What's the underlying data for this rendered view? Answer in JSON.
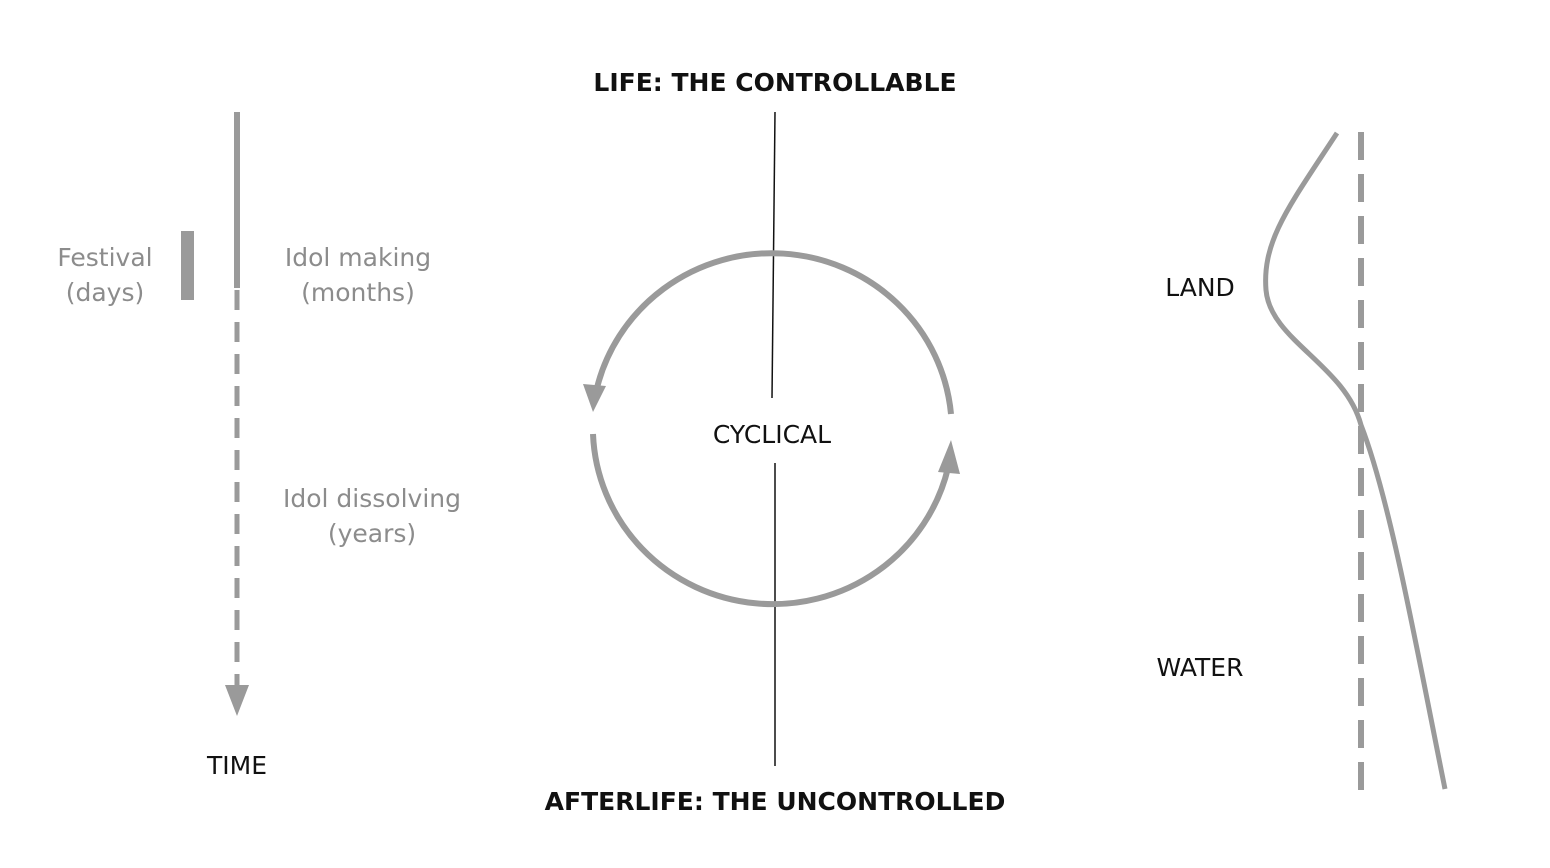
{
  "timeline": {
    "festival_label_1": "Festival",
    "festival_label_2": "(days)",
    "idol_making_1": "Idol making",
    "idol_making_2": "(months)",
    "idol_dissolving_1": "Idol dissolving",
    "idol_dissolving_2": "(years)",
    "time_label": "TIME"
  },
  "cycle": {
    "top_label": "LIFE: THE CONTROLLABLE",
    "center_label": "CYCLICAL",
    "bottom_label": "AFTERLIFE: THE UNCONTROLLED"
  },
  "terrain": {
    "land_label": "LAND",
    "water_label": "WATER"
  },
  "colors": {
    "stroke_grey": "#9a9a9a",
    "text_grey": "#8c8c8c",
    "text_dark": "#111111"
  }
}
